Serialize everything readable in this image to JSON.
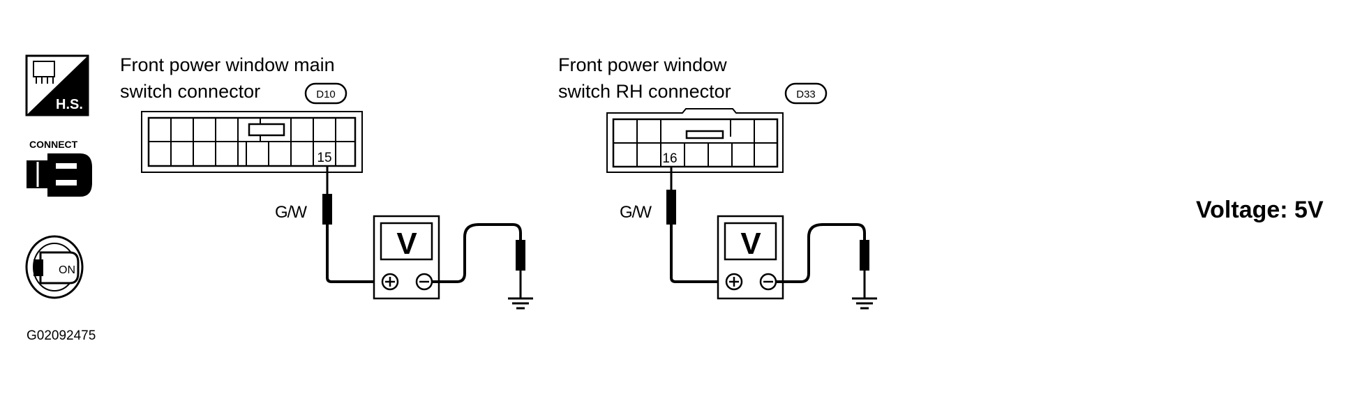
{
  "icons": {
    "harness_side_label": "H.S.",
    "connect_label": "CONNECT",
    "ignition_label": "ON"
  },
  "figure_id": "G02092475",
  "voltage_result": "Voltage: 5V",
  "connectors": [
    {
      "title_line1": "Front power window main",
      "title_line2": "switch connector",
      "connector_code": "D10",
      "terminal": "15",
      "wire_color": "G/W",
      "meter_label": "V"
    },
    {
      "title_line1": "Front power window",
      "title_line2": "switch RH connector",
      "connector_code": "D33",
      "terminal": "16",
      "wire_color": "G/W",
      "meter_label": "V"
    }
  ]
}
